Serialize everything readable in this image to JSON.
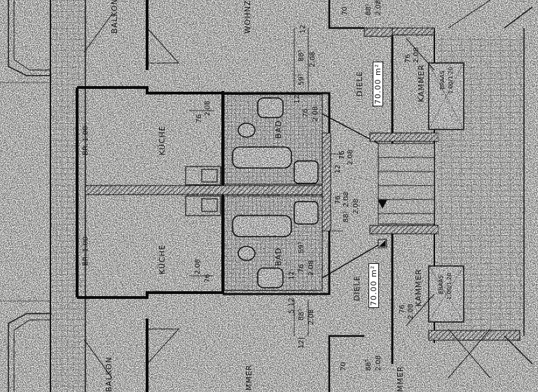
{
  "rooms": {
    "balkon_top": "BALKON",
    "balkon_bottom": "BALKON",
    "wohnzimmer_top": "WOHNZ",
    "wohnzimmer_bottom": "MMER",
    "kueche_top": "KÜCHE",
    "kueche_bottom": "KÜCHE",
    "bad_top": "BAD",
    "bad_bottom": "BAD",
    "diele_top": "DIELE",
    "diele_bottom": "DIELE",
    "kammer_top": "KAMMER",
    "kammer_bottom": "KAMMER",
    "zimmer_bottom_right": "MMER"
  },
  "areas": {
    "diele_top": "70.00 m²",
    "diele_bottom": "70.00 m²"
  },
  "windows": {
    "kueche_top": "BR. 1.00",
    "kueche_bottom": "BR. 1.00",
    "braas_top_name": "BRAAS",
    "braas_top_size": "1.00/1.20",
    "braas_bottom_name": "BRAAS",
    "braas_bottom_size": "1.00/1.20"
  },
  "dimensions": {
    "d_12_top": "12",
    "d_885_top": "88⁵",
    "d_208_top": "2.08",
    "d_595_top": "59⁵",
    "d_76_top": "76",
    "d_12b_top": "12",
    "d_208b_top": "2.08",
    "d_76_kueche_top": "76",
    "d_208_kueche_top": "2.08",
    "d_70_top": "70",
    "d_885_door_top": "88⁵",
    "d_208_door_top": "2.08",
    "d_76_kammer_top": "76",
    "d_208_kammer_top": "2.08",
    "d_76_diele_top": "76",
    "d_208_diele_top": "2.08",
    "d_12_mid": "12",
    "d_208_mid": "2.08",
    "d_885_mid": "88⁵",
    "d_76_mid": "76",
    "d_208_mid2": "2.08",
    "d_76_kueche_bot": "76",
    "d_208_kueche_bot": "2.08",
    "d_12_bot": "12",
    "d_76_bot": "76",
    "d_208_bot": "2.08",
    "d_595_bot": "59⁵",
    "d_5_bot": "5",
    "d_885_bot": "88⁵",
    "d_12c_bot": "12",
    "d_208c_bot": "2.08",
    "d_76_kammer_bot": "76",
    "d_208_kammer_bot": "2.08",
    "d_70_bot": "70",
    "d_885_door_bot": "88⁵",
    "d_208_door_bot": "2.08",
    "d_121_bot": "12|"
  }
}
